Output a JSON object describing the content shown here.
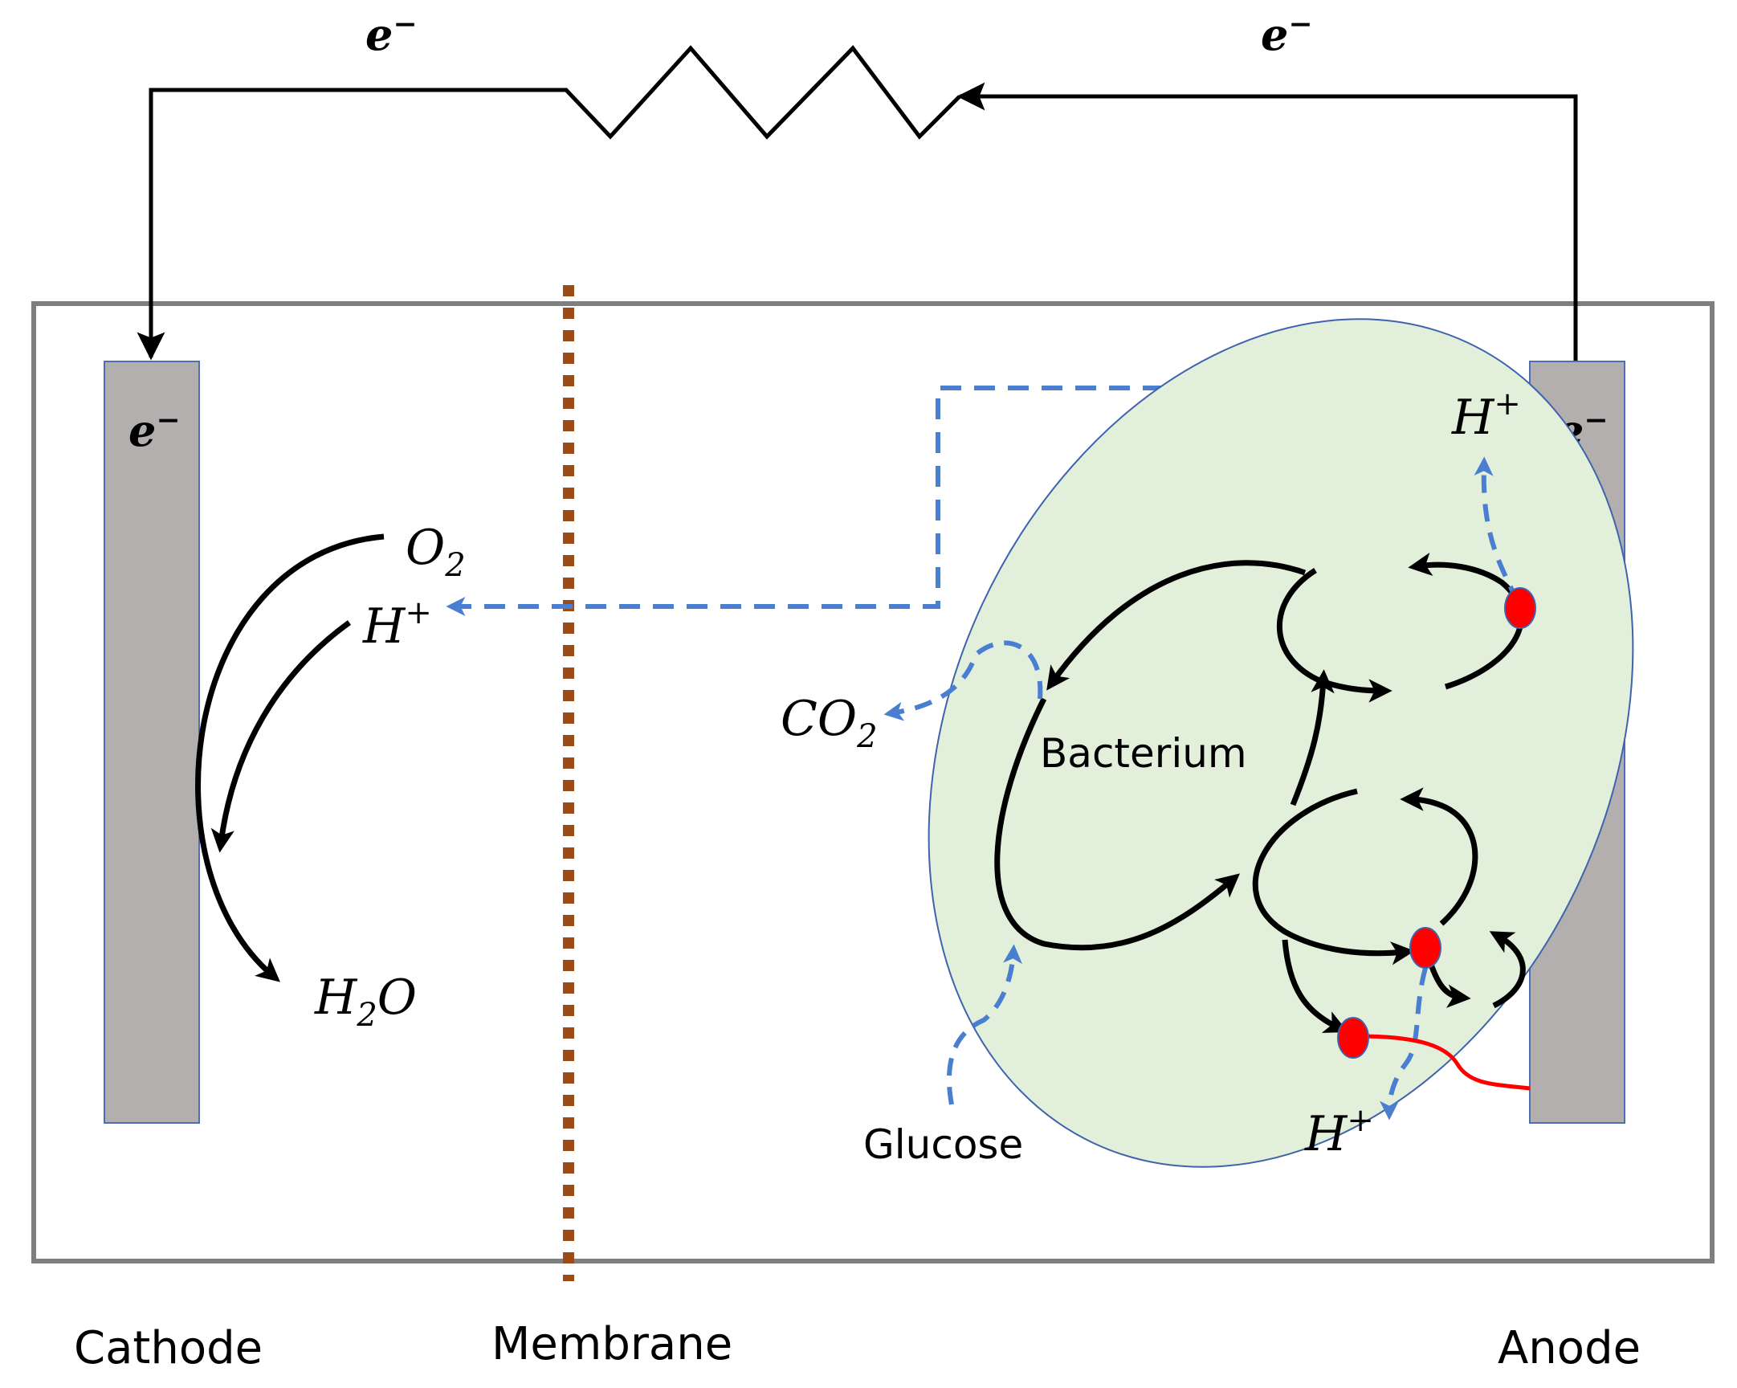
{
  "colors": {
    "electrode": "#b3afaf",
    "electrode_border": "#4e6db3",
    "container_border": "#7f7f7f",
    "membrane": "#9c4a16",
    "bacterium_fill": "#e2efda",
    "bacterium_border": "#3f63ad",
    "proton_flow": "#4a7ed0",
    "arrows": "#000000",
    "contact_dot": "#ff0000",
    "nanowire": "#ff0000"
  },
  "icons": {
    "resistor": "resistor-zigzag-icon",
    "contact": "red-dot-icon"
  },
  "labels": {
    "electron": "e",
    "electron_sup": "−",
    "cathode": "Cathode",
    "membrane": "Membrane",
    "anode": "Anode",
    "bacterium": "Bacterium",
    "glucose": "Glucose",
    "oxygen_base": "O",
    "oxygen_sub": "2",
    "proton_base": "H",
    "proton_sup": "+",
    "water_h": "H",
    "water_sub": "2",
    "water_o": "O",
    "co2_base": "CO",
    "co2_sub": "2"
  }
}
